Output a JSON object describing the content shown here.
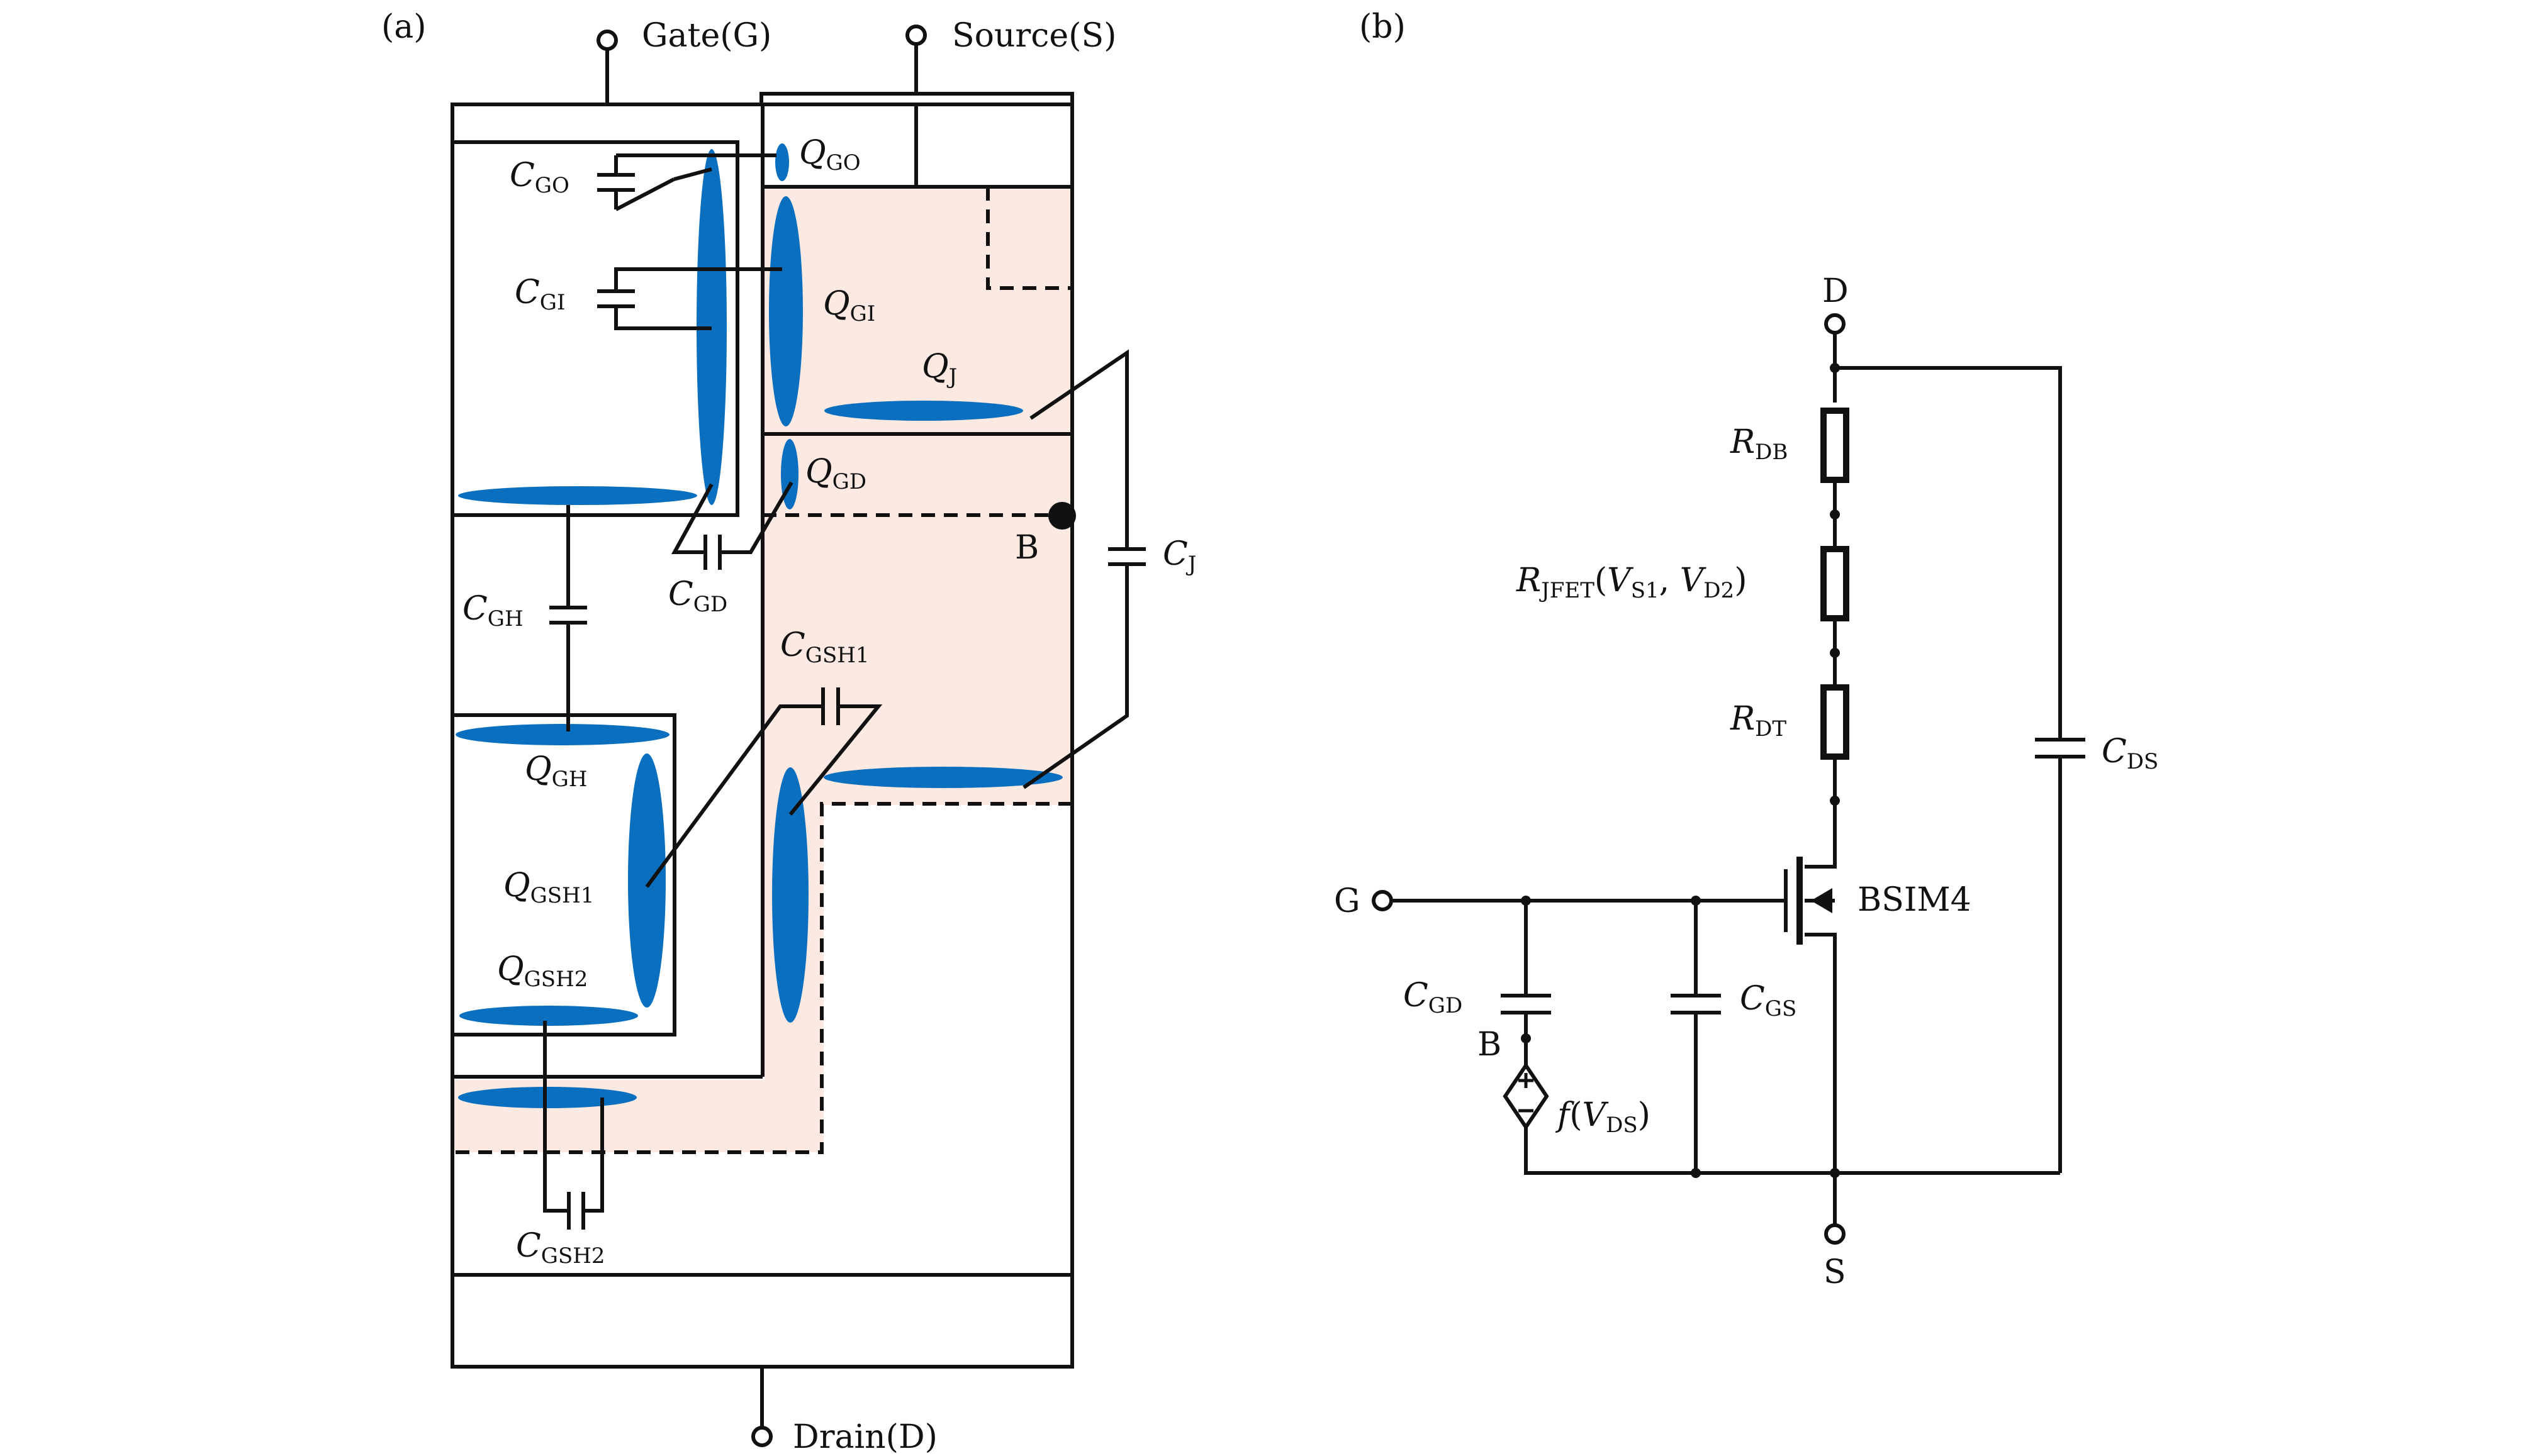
{
  "panel_a": {
    "tag": "(a)",
    "terminals": {
      "gate": "Gate(G)",
      "source": "Source(S)",
      "drain": "Drain(D)"
    },
    "charges": {
      "q_go": {
        "main": "Q",
        "sub": "GO"
      },
      "q_gi": {
        "main": "Q",
        "sub": "GI"
      },
      "q_j": {
        "main": "Q",
        "sub": "J"
      },
      "q_gd": {
        "main": "Q",
        "sub": "GD"
      },
      "q_gh": {
        "main": "Q",
        "sub": "GH"
      },
      "q_gsh1": {
        "main": "Q",
        "sub": "GSH1"
      },
      "q_gsh2": {
        "main": "Q",
        "sub": "GSH2"
      }
    },
    "capacitors": {
      "c_go": {
        "main": "C",
        "sub": "GO"
      },
      "c_gi": {
        "main": "C",
        "sub": "GI"
      },
      "c_gd": {
        "main": "C",
        "sub": "GD"
      },
      "c_gh": {
        "main": "C",
        "sub": "GH"
      },
      "c_gsh1": {
        "main": "C",
        "sub": "GSH1"
      },
      "c_gsh2": {
        "main": "C",
        "sub": "GSH2"
      },
      "c_j": {
        "main": "C",
        "sub": "J"
      }
    },
    "node_b": "B"
  },
  "panel_b": {
    "tag": "(b)",
    "terminals": {
      "drain": "D",
      "source": "S",
      "gate": "G",
      "node_b": "B"
    },
    "resistors": {
      "r_db": {
        "main": "R",
        "sub": "DB"
      },
      "r_jfet": {
        "main": "R",
        "sub": "JFET",
        "args_open": "(",
        "v1": "V",
        "v1_sub": "S1",
        "sep": ", ",
        "v2": "V",
        "v2_sub": "D2",
        "args_close": ")"
      },
      "r_dt": {
        "main": "R",
        "sub": "DT"
      }
    },
    "capacitors": {
      "c_ds": {
        "main": "C",
        "sub": "DS"
      },
      "c_gd": {
        "main": "C",
        "sub": "GD"
      },
      "c_gs": {
        "main": "C",
        "sub": "GS"
      }
    },
    "source_label": {
      "f": "f",
      "open": "(",
      "v": "V",
      "sub": "DS",
      "close": ")"
    },
    "transistor_label": "BSIM4"
  },
  "colors": {
    "charge_blue": "#0a6fbf",
    "region_pink": "#fbe9e2",
    "line": "#111111"
  }
}
